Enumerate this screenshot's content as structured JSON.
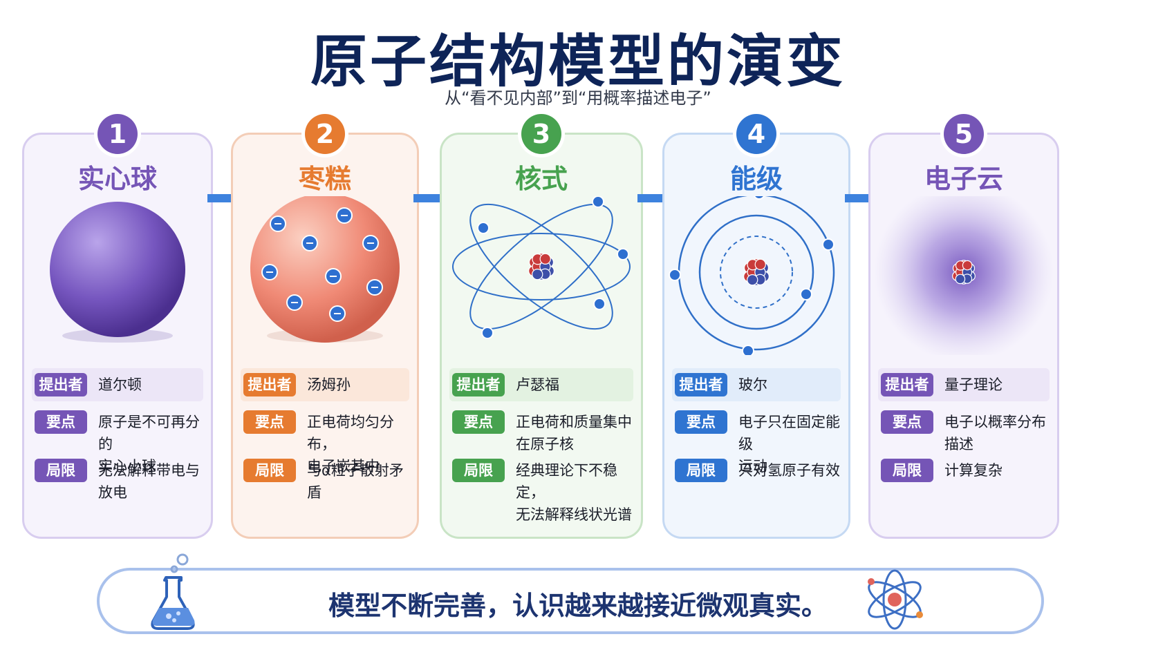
{
  "title": "原子结构模型的演变",
  "subtitle": "从“看不见内部”到“用概率描述电子”",
  "field_labels": {
    "proposer": "提出者",
    "keypoint": "要点",
    "limitation": "局限"
  },
  "models": [
    {
      "number": "1",
      "name": "实心球",
      "proposer": "道尔顿",
      "keypoint": [
        "原子是不可再分的",
        "实心小球"
      ],
      "limitation": [
        "无法解释带电与放电"
      ],
      "color": "#7555b6",
      "illustration": "solid-sphere-icon"
    },
    {
      "number": "2",
      "name": "枣糕",
      "proposer": "汤姆孙",
      "keypoint": [
        "正电荷均匀分布，",
        "电子嵌其中"
      ],
      "limitation": [
        "与α粒子散射矛盾"
      ],
      "color": "#e67b30",
      "illustration": "plum-pudding-icon"
    },
    {
      "number": "3",
      "name": "核式",
      "proposer": "卢瑟福",
      "keypoint": [
        "正电荷和质量集中",
        "在原子核"
      ],
      "limitation": [
        "经典理论下不稳定，",
        "无法解释线状光谱"
      ],
      "color": "#47a24f",
      "illustration": "nuclear-atom-icon"
    },
    {
      "number": "4",
      "name": "能级",
      "proposer": "玻尔",
      "keypoint": [
        "电子只在固定能级",
        "运动"
      ],
      "limitation": [
        "只对氢原子有效"
      ],
      "color": "#2f74d1",
      "illustration": "bohr-orbits-icon"
    },
    {
      "number": "5",
      "name": "电子云",
      "proposer": "量子理论",
      "keypoint": [
        "电子以概率分布",
        "描述"
      ],
      "limitation": [
        "计算复杂"
      ],
      "color": "#7555b6",
      "illustration": "electron-cloud-icon"
    }
  ],
  "conclusion": "模型不断完善，认识越来越接近微观真实。",
  "icons": {
    "left": "flask-icon",
    "right": "atom-icon",
    "connector": "arrow-right-icon"
  }
}
